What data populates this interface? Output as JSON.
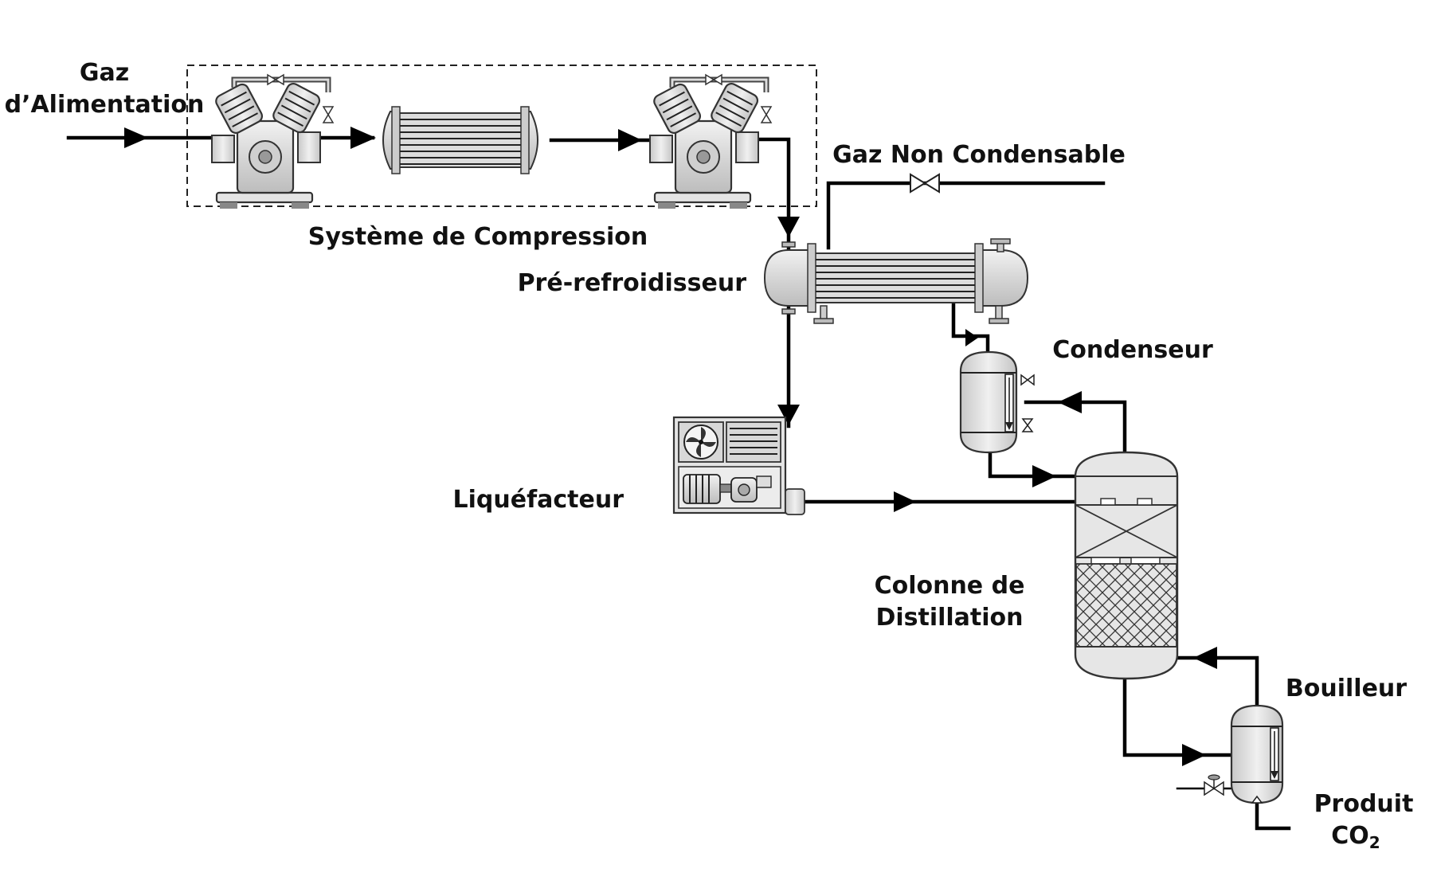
{
  "diagram": {
    "labels": {
      "feed_line1": "Gaz",
      "feed_line2": "d’Alimentation",
      "compression_system": "Système de Compression",
      "non_condensable": "Gaz Non Condensable",
      "precooler": "Pré-refroidisseur",
      "condenser": "Condenseur",
      "liquefier": "Liquéfacteur",
      "column_line1": "Colonne de",
      "column_line2": "Distillation",
      "reboiler": "Bouilleur",
      "product_line1": "Produit",
      "product_line2_main": "CO",
      "product_line2_sub": "2"
    },
    "icons": [
      "compressor-icon",
      "heat-exchanger-icon",
      "valve-icon",
      "fan-icon",
      "motor-icon",
      "vessel-icon",
      "level-gauge-icon",
      "flow-arrow-icon"
    ],
    "colors": {
      "pipe": "#000000",
      "equipment_fill": "#e4e4e4",
      "equipment_stroke": "#333333",
      "background": "#ffffff"
    }
  }
}
